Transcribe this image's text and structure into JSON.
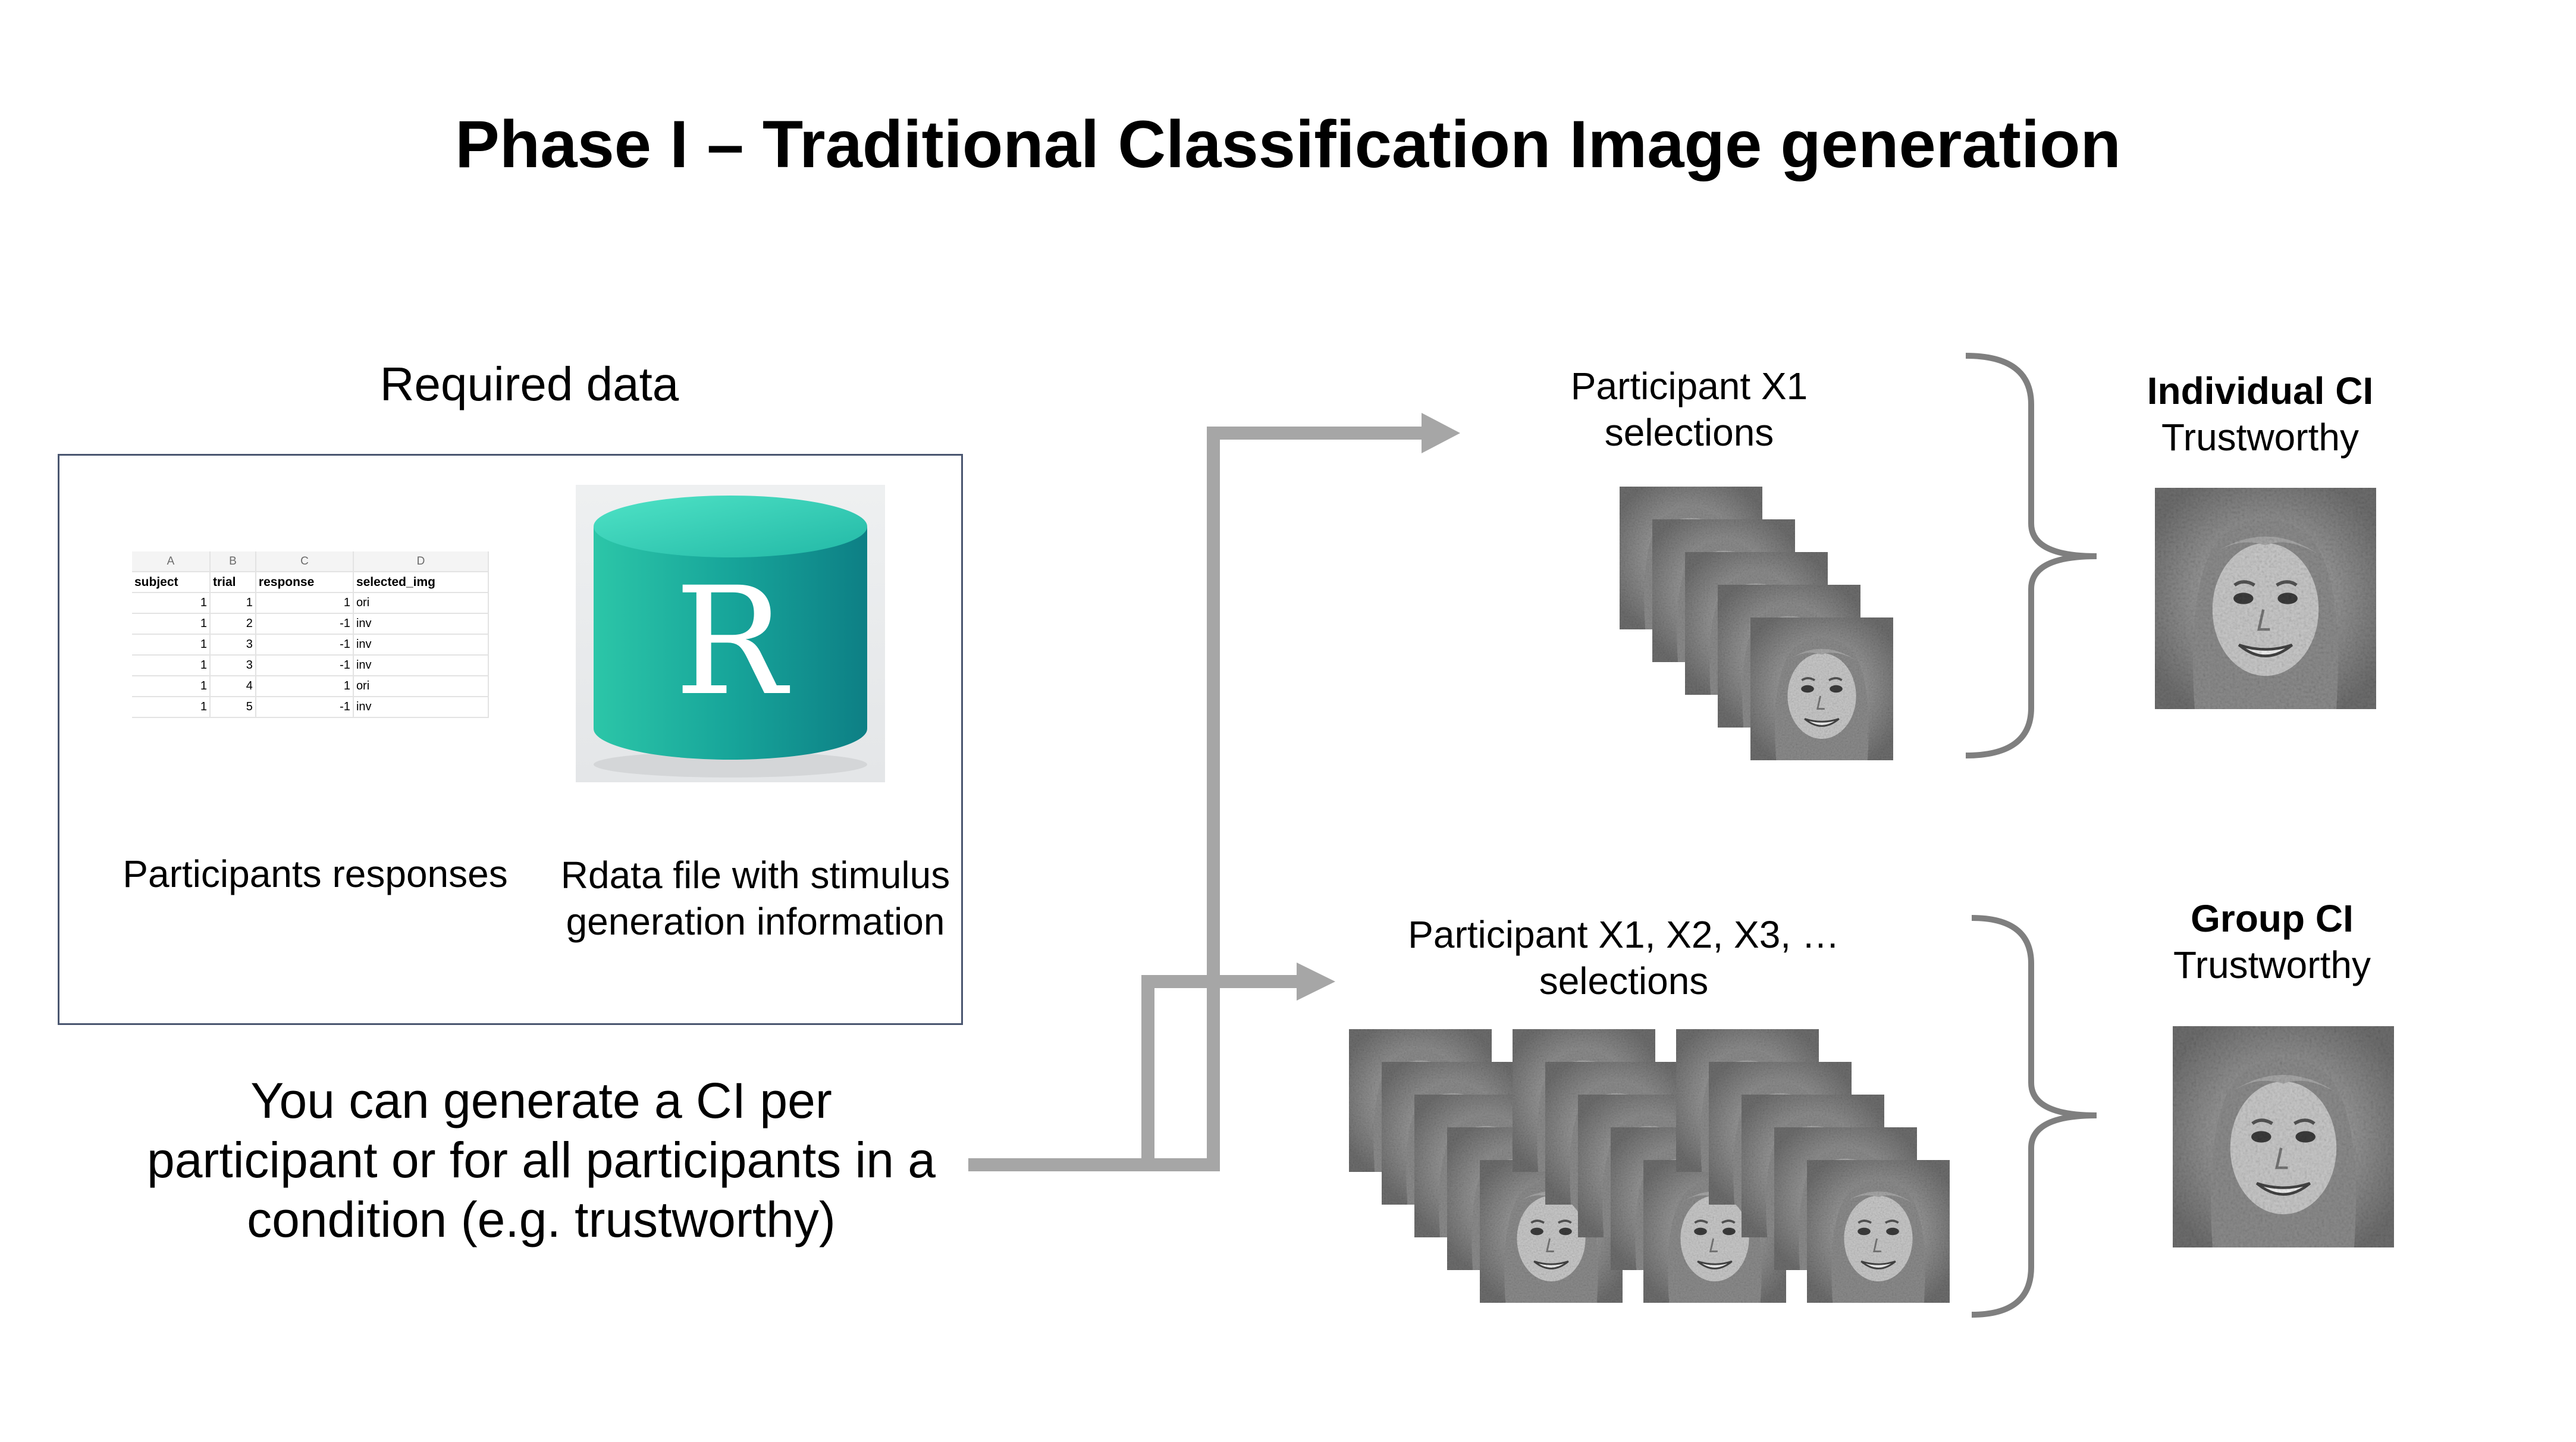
{
  "title": "Phase I – Traditional Classification Image generation",
  "required": {
    "title": "Required data",
    "spreadsheet": {
      "column_letters": [
        "A",
        "B",
        "C",
        "D"
      ],
      "headers": [
        "subject",
        "trial",
        "response",
        "selected_img"
      ],
      "rows": [
        [
          "1",
          "1",
          "1",
          "ori"
        ],
        [
          "1",
          "2",
          "-1",
          "inv"
        ],
        [
          "1",
          "3",
          "-1",
          "inv"
        ],
        [
          "1",
          "3",
          "-1",
          "inv"
        ],
        [
          "1",
          "4",
          "1",
          "ori"
        ],
        [
          "1",
          "5",
          "-1",
          "inv"
        ]
      ]
    },
    "r_logo_letter": "R",
    "responses_label": "Participants responses",
    "rdata_label_line1": "Rdata file with stimulus",
    "rdata_label_line2": "generation information"
  },
  "note": {
    "line1": "You can generate a CI per",
    "line2": "participant or for all participants in a",
    "line3": "condition (e.g. trustworthy)"
  },
  "participant_single": {
    "line1": "Participant X1",
    "line2": "selections"
  },
  "participant_all": {
    "line1": "Participant X1, X2, X3, …",
    "line2": "selections"
  },
  "individual_ci": {
    "title": "Individual CI",
    "subtitle": "Trustworthy"
  },
  "group_ci": {
    "title": "Group CI",
    "subtitle": "Trustworthy"
  },
  "colors": {
    "arrow": "#a6a6a6",
    "bracket": "#7f7f7f",
    "box_border": "#4a5670",
    "cylinder": "#1aa89a"
  }
}
